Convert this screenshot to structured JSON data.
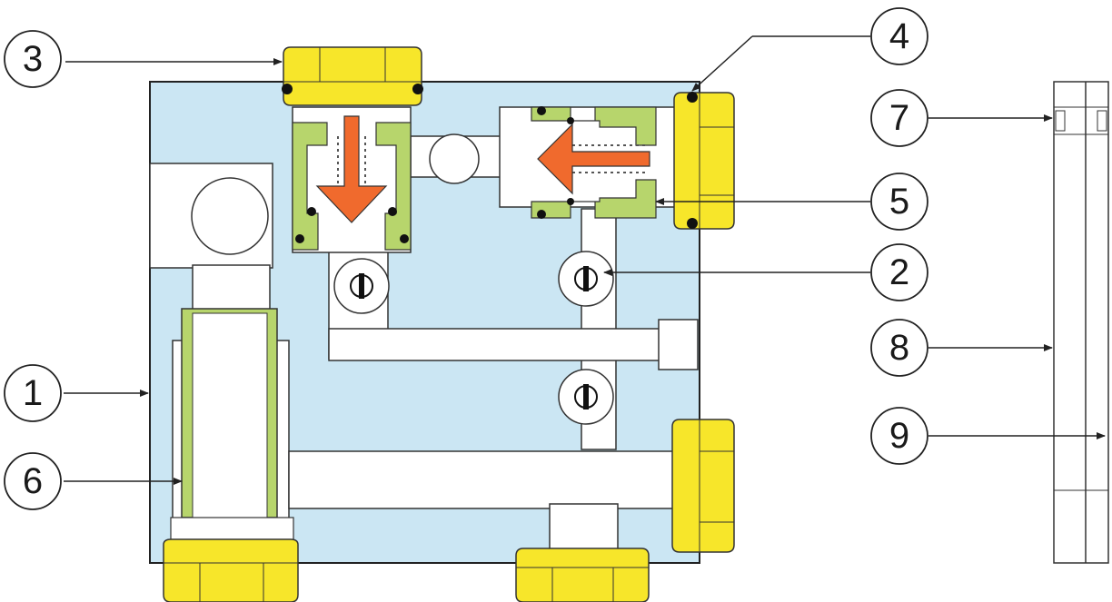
{
  "colors": {
    "body_blue": "#cbe6f3",
    "passage_white": "#ffffff",
    "fitting_yellow": "#f7e62a",
    "seal_green": "#b7d56c",
    "poppet_orange": "#f06a2d",
    "outline": "#222222"
  },
  "callouts": [
    {
      "id": "c1",
      "label": "1"
    },
    {
      "id": "c2",
      "label": "2"
    },
    {
      "id": "c3",
      "label": "3"
    },
    {
      "id": "c4",
      "label": "4"
    },
    {
      "id": "c5",
      "label": "5"
    },
    {
      "id": "c6",
      "label": "6"
    },
    {
      "id": "c7",
      "label": "7"
    },
    {
      "id": "c8",
      "label": "8"
    },
    {
      "id": "c9",
      "label": "9"
    }
  ]
}
